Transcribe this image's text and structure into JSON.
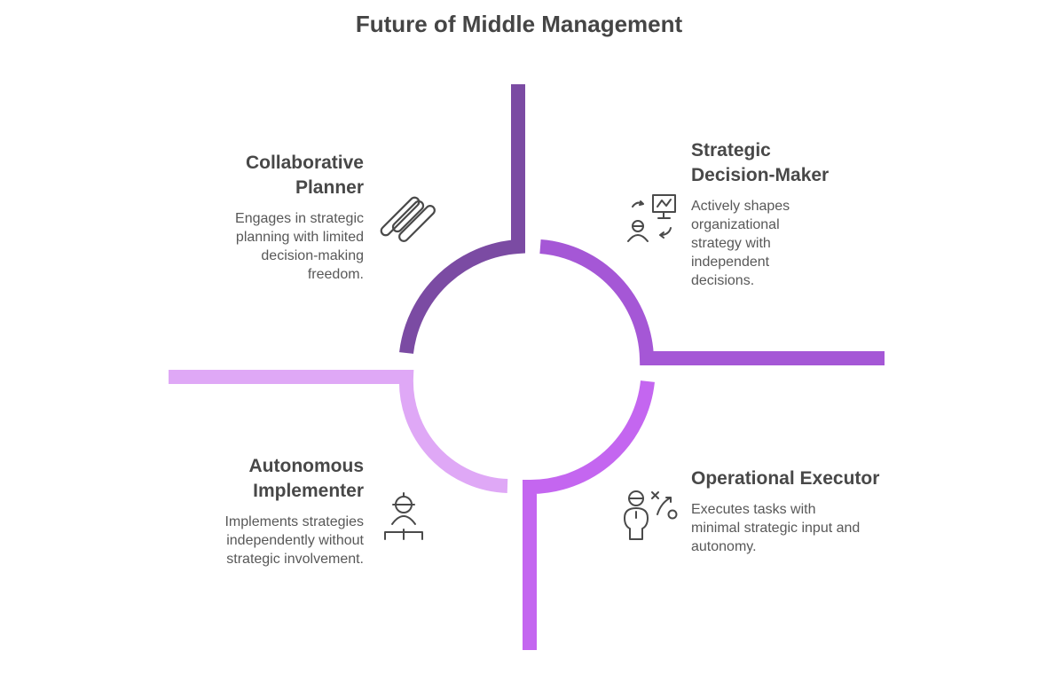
{
  "title": "Future of Middle Management",
  "colors": {
    "collaborative_planner": "#7B4BA3",
    "strategic_decision_maker": "#A557D6",
    "operational_executor": "#C466F0",
    "autonomous_implementer": "#DFA8F6",
    "icon_stroke": "#4a4a4a"
  },
  "quadrants": {
    "collaborative_planner": {
      "icon": "linked-capsules-icon",
      "title_lines": [
        "Collaborative",
        "Planner"
      ],
      "desc_lines": [
        "Engages in strategic",
        "planning with limited",
        "decision-making",
        "freedom."
      ]
    },
    "strategic_decision_maker": {
      "icon": "person-chart-arrows-icon",
      "title_lines": [
        "Strategic",
        "Decision-Maker"
      ],
      "desc_lines": [
        "Actively shapes",
        "organizational",
        "strategy with",
        "independent",
        "decisions."
      ]
    },
    "autonomous_implementer": {
      "icon": "worker-hardhat-icon",
      "title_lines": [
        "Autonomous",
        "Implementer"
      ],
      "desc_lines": [
        "Implements strategies",
        "independently without",
        "strategic involvement."
      ]
    },
    "operational_executor": {
      "icon": "person-tactics-icon",
      "title_lines": [
        "Operational Executor"
      ],
      "desc_lines": [
        "Executes tasks with",
        "minimal strategic input and",
        "autonomy."
      ]
    }
  }
}
